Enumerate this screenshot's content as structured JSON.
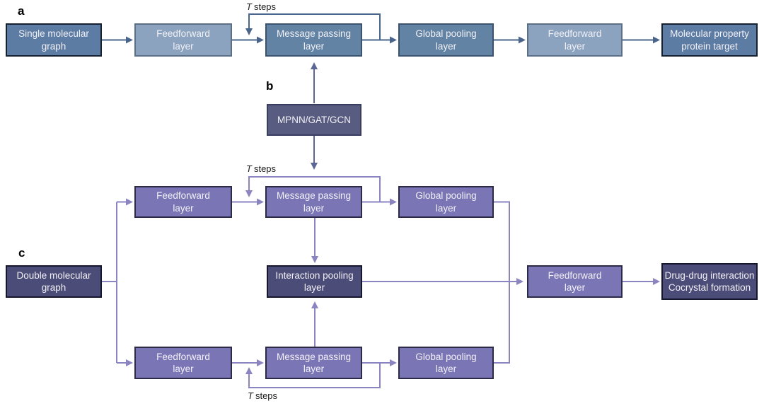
{
  "colors": {
    "panel_a_box": "#5d7ca4",
    "panel_a_box_border": "#17202e",
    "panel_a_mid_box": "#6283a4",
    "panel_a_mid_border": "#3b536f",
    "panel_a_feedforward": "#8ba3bf",
    "panel_a_feedforward_border": "#5d6f86",
    "panel_a_arrow": "#4a658c",
    "panel_b_box": "#585c80",
    "panel_b_box_border": "#393d60",
    "panel_b_arrow": "#5c6796",
    "panel_c_purple_box": "#7a75b5",
    "panel_c_purple_border": "#2d2a48",
    "panel_c_dark_box": "#4c4c79",
    "panel_c_dark_border": "#16162e",
    "panel_c_arrow": "#8a84c0",
    "background": "#ffffff",
    "box_text": "#f2f1f6"
  },
  "panels": {
    "a": {
      "label": "a",
      "t_steps": {
        "symbol": "T",
        "text": "steps"
      },
      "boxes": {
        "input": {
          "lines": [
            "Single molecular",
            "graph"
          ]
        },
        "feedforward1": {
          "lines": [
            "Feedforward",
            "layer"
          ]
        },
        "message_passing": {
          "lines": [
            "Message passing",
            "layer"
          ]
        },
        "global_pooling": {
          "lines": [
            "Global pooling",
            "layer"
          ]
        },
        "feedforward2": {
          "lines": [
            "Feedforward",
            "layer"
          ]
        },
        "output": {
          "lines": [
            "Molecular property",
            "protein target"
          ]
        }
      }
    },
    "b": {
      "label": "b",
      "box": {
        "lines": [
          "MPNN/GAT/GCN"
        ]
      }
    },
    "c": {
      "label": "c",
      "t_steps_top": {
        "symbol": "T",
        "text": "steps"
      },
      "t_steps_bottom": {
        "symbol": "T",
        "text": "steps"
      },
      "boxes": {
        "input": {
          "lines": [
            "Double molecular",
            "graph"
          ]
        },
        "feedforward_top": {
          "lines": [
            "Feedforward",
            "layer"
          ]
        },
        "message_passing_top": {
          "lines": [
            "Message passing",
            "layer"
          ]
        },
        "global_pooling_top": {
          "lines": [
            "Global pooling",
            "layer"
          ]
        },
        "interaction_pooling": {
          "lines": [
            "Interaction pooling",
            "layer"
          ]
        },
        "feedforward_bottom": {
          "lines": [
            "Feedforward",
            "layer"
          ]
        },
        "message_passing_bottom": {
          "lines": [
            "Message passing",
            "layer"
          ]
        },
        "global_pooling_bottom": {
          "lines": [
            "Global pooling",
            "layer"
          ]
        },
        "feedforward_out": {
          "lines": [
            "Feedforward",
            "layer"
          ]
        },
        "output": {
          "lines": [
            "Drug-drug interaction",
            "Cocrystal formation"
          ]
        }
      }
    }
  }
}
